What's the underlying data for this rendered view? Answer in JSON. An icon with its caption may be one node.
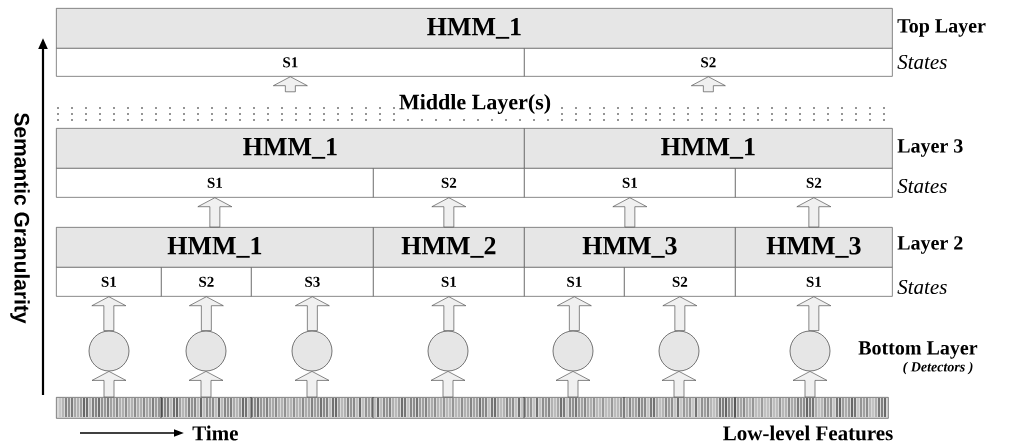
{
  "diagram": {
    "nodes": [
      {
        "text": [
          "HMM_1"
        ]
      },
      {
        "text": [
          "S1"
        ]
      },
      {
        "text": [
          "S2"
        ]
      },
      {
        "text": [
          "Middle Layer(s)"
        ]
      },
      {
        "text": [
          "HMM_1"
        ]
      },
      {
        "text": [
          "HMM_1"
        ]
      },
      {
        "text": [
          "S1"
        ]
      },
      {
        "text": [
          "S2"
        ]
      },
      {
        "text": [
          "S1"
        ]
      },
      {
        "text": [
          "S2"
        ]
      },
      {
        "text": [
          "HMM_1"
        ]
      },
      {
        "text": [
          "HMM_2"
        ]
      },
      {
        "text": [
          "HMM_3"
        ]
      },
      {
        "text": [
          "HMM_3"
        ]
      },
      {
        "text": [
          "S1"
        ]
      },
      {
        "text": [
          "S2"
        ]
      },
      {
        "text": [
          "S3"
        ]
      },
      {
        "text": [
          "S1"
        ]
      },
      {
        "text": [
          "S1"
        ]
      },
      {
        "text": [
          "S2"
        ]
      },
      {
        "text": [
          "S1"
        ]
      },
      {
        "text": [],
        "shape": "circle"
      },
      {
        "text": [],
        "shape": "circle"
      },
      {
        "text": [],
        "shape": "circle"
      },
      {
        "text": [],
        "shape": "circle"
      },
      {
        "text": [],
        "shape": "circle"
      },
      {
        "text": [],
        "shape": "circle"
      },
      {
        "text": [],
        "shape": "circle"
      },
      {
        "text": [],
        "shape": "bar"
      }
    ],
    "edges": [
      {
        "from": 3,
        "to": 1,
        "arrow": "to"
      },
      {
        "from": 3,
        "to": 2,
        "arrow": "to"
      },
      {
        "from": 10,
        "to": 6,
        "arrow": "to"
      },
      {
        "from": 11,
        "to": 7,
        "arrow": "to"
      },
      {
        "from": 12,
        "to": 8,
        "arrow": "to"
      },
      {
        "from": 13,
        "to": 9,
        "arrow": "to"
      },
      {
        "from": 21,
        "to": 14,
        "arrow": "to"
      },
      {
        "from": 22,
        "to": 15,
        "arrow": "to"
      },
      {
        "from": 23,
        "to": 16,
        "arrow": "to"
      },
      {
        "from": 24,
        "to": 17,
        "arrow": "to"
      },
      {
        "from": 25,
        "to": 18,
        "arrow": "to"
      },
      {
        "from": 26,
        "to": 19,
        "arrow": "to"
      },
      {
        "from": 27,
        "to": 20,
        "arrow": "to"
      },
      {
        "from": 28,
        "to": 21,
        "arrow": "to"
      },
      {
        "from": 28,
        "to": 22,
        "arrow": "to"
      },
      {
        "from": 28,
        "to": 23,
        "arrow": "to"
      },
      {
        "from": 28,
        "to": 24,
        "arrow": "to"
      },
      {
        "from": 28,
        "to": 25,
        "arrow": "to"
      },
      {
        "from": 28,
        "to": 26,
        "arrow": "to"
      },
      {
        "from": 28,
        "to": 27,
        "arrow": "to"
      }
    ],
    "labels": [
      "Top Layer",
      "States",
      "Layer 3",
      "States",
      "Semantic Granularity",
      "Layer 2",
      "States",
      "Bottom Layer",
      "( Detectors )",
      "Time",
      "Low-level Features"
    ]
  }
}
